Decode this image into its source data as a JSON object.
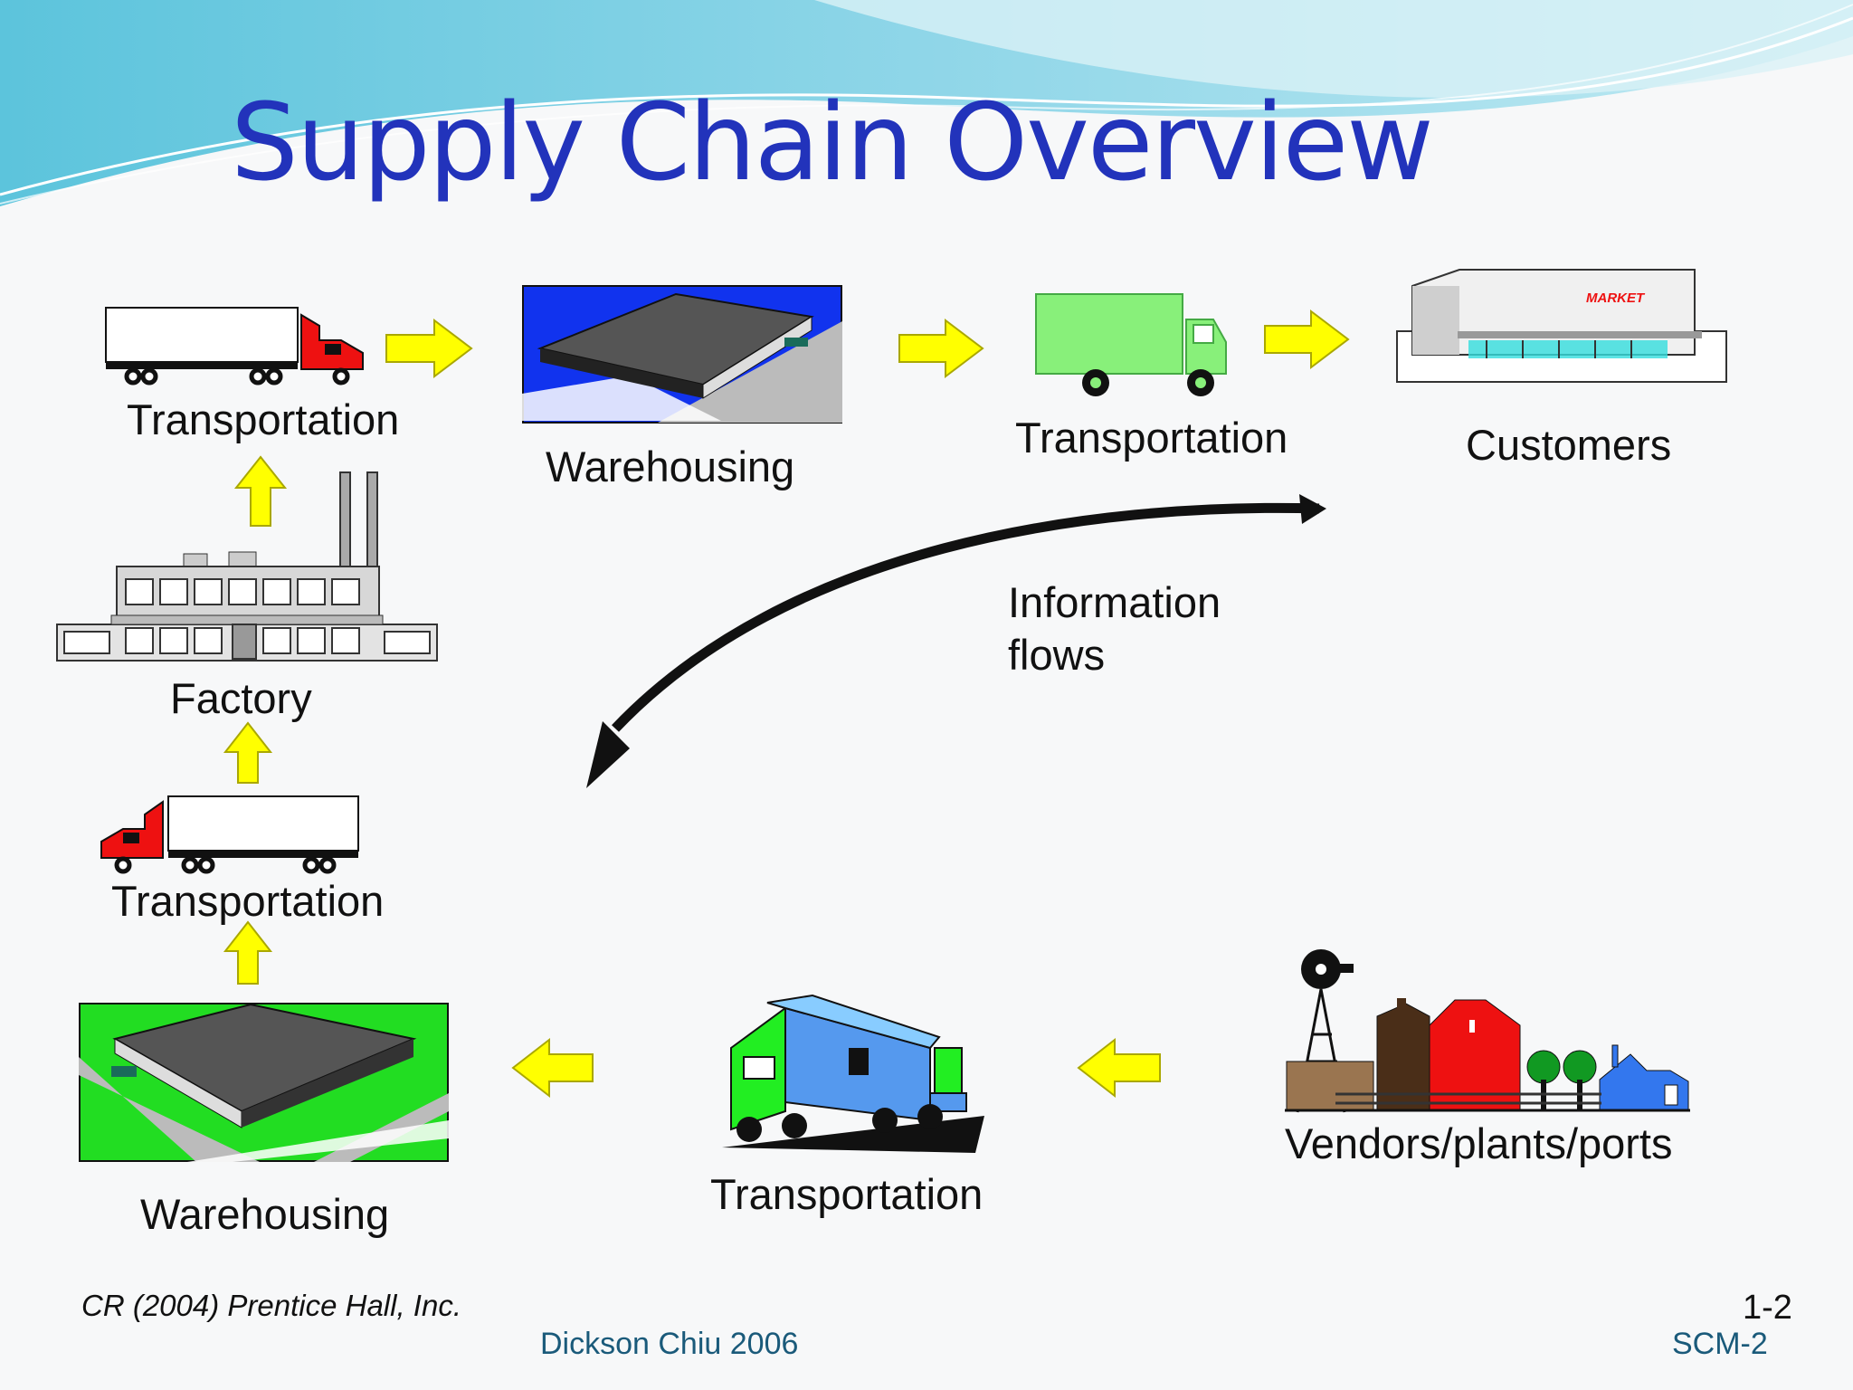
{
  "slide": {
    "title": "Supply Chain Overview",
    "nodes": {
      "transport_top_left": "Transportation",
      "warehousing_top": "Warehousing",
      "transport_top_mid": "Transportation",
      "customers": "Customers",
      "factory": "Factory",
      "transport_left_mid": "Transportation",
      "warehousing_bottom": "Warehousing",
      "transport_bottom_mid": "Transportation",
      "vendors": "Vendors/plants/ports"
    },
    "info_flow": {
      "line1": "Information",
      "line2": "flows"
    },
    "market_sign": "MARKET"
  },
  "footer": {
    "credit": "CR (2004) Prentice Hall, Inc.",
    "author": "Dickson Chiu 2006",
    "course_code": "SCM-2",
    "page": "1-2"
  },
  "colors": {
    "title": "#2233bb",
    "arrow_fill": "#ffff00",
    "truck_cab_red": "#ee1111",
    "delivery_truck_green": "#88f07a",
    "warehouse_ground_blue": "#1133ee",
    "warehouse_ground_green": "#22dd22",
    "footer_text": "#1a5a7a"
  }
}
